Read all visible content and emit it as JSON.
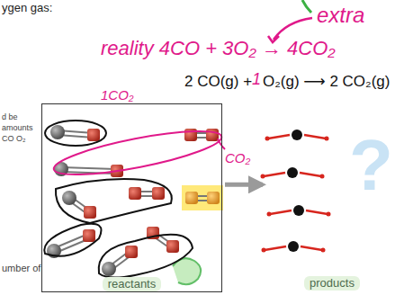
{
  "diagram": {
    "nodes": [
      {
        "text": [
          "reactants"
        ]
      },
      {
        "text": [
          "products"
        ]
      }
    ],
    "edges": [
      {
        "from": 0,
        "to": 1,
        "arrow": "to"
      }
    ],
    "labels": [
      "ygen gas:",
      "extra",
      "reality 4CO + 3O₂ → 4CO₂",
      "2 CO(g) +",
      "1",
      "O₂(g) ⟶ 2 CO₂(g)",
      "1CO₂",
      "CO₂",
      "d be",
      "amounts",
      "CO O₂",
      "umber of",
      "?"
    ]
  }
}
